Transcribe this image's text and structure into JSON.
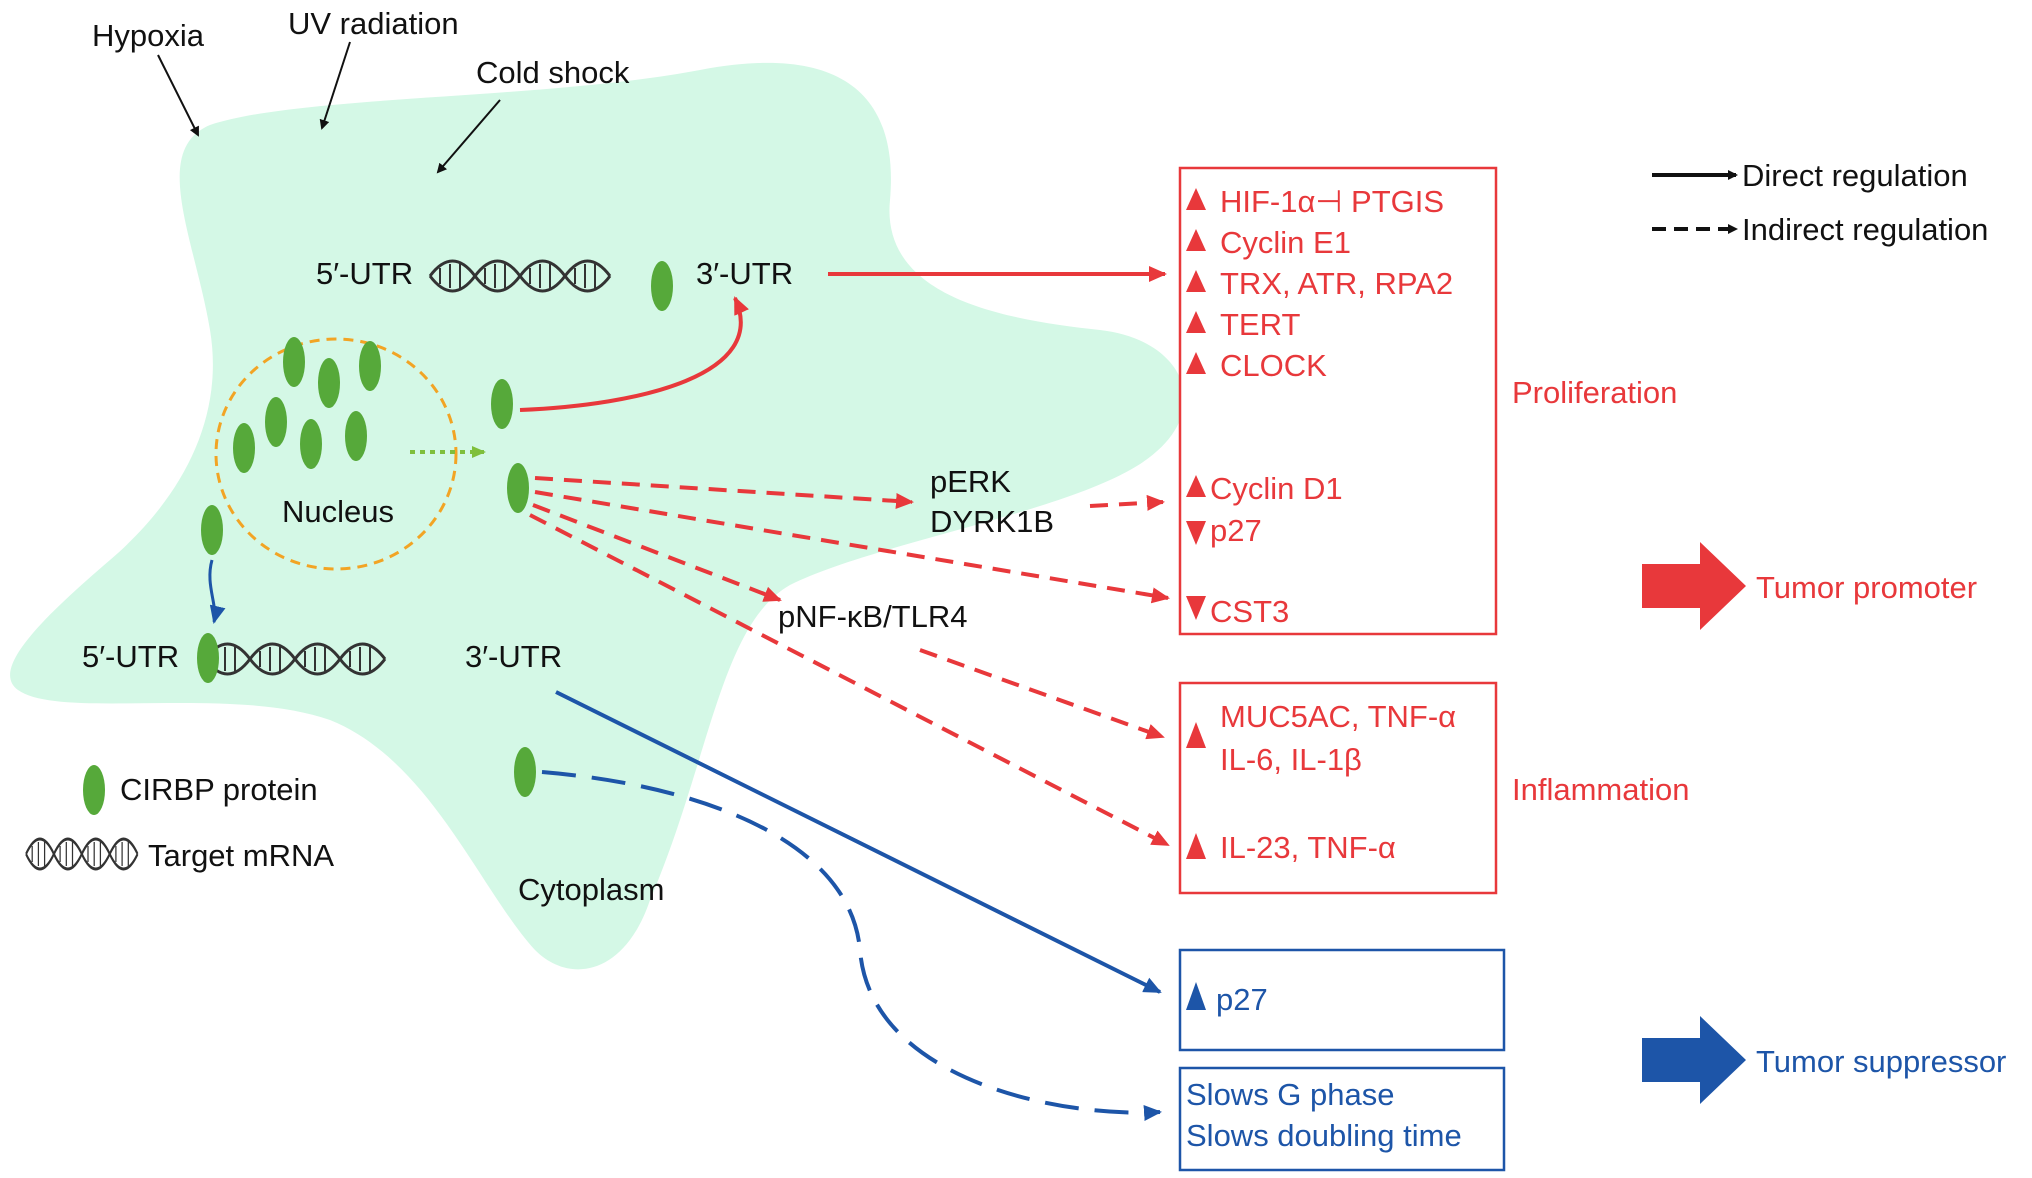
{
  "colors": {
    "cell_fill": "#d4f8e6",
    "red": "#e8383b",
    "blue": "#1d55a8",
    "green_protein": "#56a93a",
    "nucleus_outline": "#f2a424",
    "black": "#111111"
  },
  "stimuli": [
    "Hypoxia",
    "UV radiation",
    "Cold shock"
  ],
  "mrna_top": {
    "five_prime": "5′-UTR",
    "three_prime": "3′-UTR"
  },
  "mrna_bottom": {
    "five_prime": "5′-UTR",
    "three_prime": "3′-UTR"
  },
  "nucleus_label": "Nucleus",
  "cytoplasm_label": "Cytoplasm",
  "mediators": {
    "perk": "pERK",
    "dyrk1b": "DYRK1B",
    "pnfkb": "pNF-κB/TLR4"
  },
  "legend": {
    "protein": "CIRBP protein",
    "mrna": "Target mRNA",
    "direct": "Direct regulation",
    "indirect": "Indirect regulation"
  },
  "proliferation_box": {
    "items_up": [
      "HIF-1α⊣ PTGIS",
      "Cyclin E1",
      "TRX, ATR, RPA2",
      "TERT",
      "CLOCK"
    ],
    "cyclin_d1": "Cyclin D1",
    "p27": "p27",
    "cst3": "CST3"
  },
  "inflammation_box": {
    "line1": "MUC5AC, TNF-α",
    "line2": "IL-6, IL-1β",
    "line3": "IL-23, TNF-α"
  },
  "suppressor_boxes": {
    "p27": "p27",
    "line1": "Slows G phase",
    "line2": "Slows doubling time"
  },
  "categories": {
    "proliferation": "Proliferation",
    "inflammation": "Inflammation"
  },
  "outcomes": {
    "promoter": "Tumor promoter",
    "suppressor": "Tumor suppressor"
  }
}
